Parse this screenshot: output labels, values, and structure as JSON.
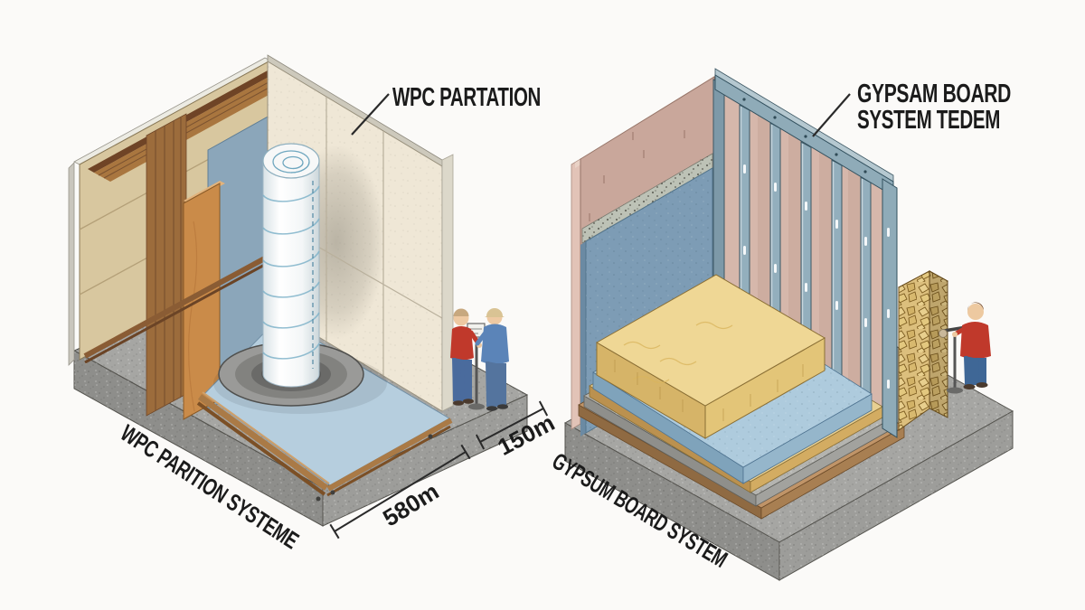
{
  "left_diagram": {
    "callout": "WPC PARTATION",
    "caption": "WPC PARITION SYSTEME",
    "dim_width": "580m",
    "dim_depth": "150m"
  },
  "right_diagram": {
    "callout_line1": "GYPSAM BOARD",
    "callout_line2": "SYSTEM TEDEM",
    "caption": "GYPSUM BOARD SYSTEM"
  },
  "palette": {
    "background": "#fbfaf8",
    "concrete": "#a6a6a3",
    "concrete_dark": "#8e8e8b",
    "wall_cream": "#efe7d6",
    "wood_tan": "#d8c79f",
    "wood_orange": "#ca8b49",
    "wood_brown": "#9c6c3c",
    "panel_blue_left": "#8ba6ba",
    "floor_blue": "#b6cede",
    "pink_wall": "#c9a79b",
    "panel_pink": "#d6b7ab",
    "stud_steel": "#93afbd",
    "insulation_blue": "#7d9cb5",
    "wool_yellow": "#efd795",
    "board_blue": "#aecbdd",
    "osb_tan": "#dcbf7d",
    "shirt_red": "#c0392b",
    "shirt_blue": "#5b84b8",
    "jeans": "#4a6b9d",
    "line_dark": "#2a2a2a"
  }
}
